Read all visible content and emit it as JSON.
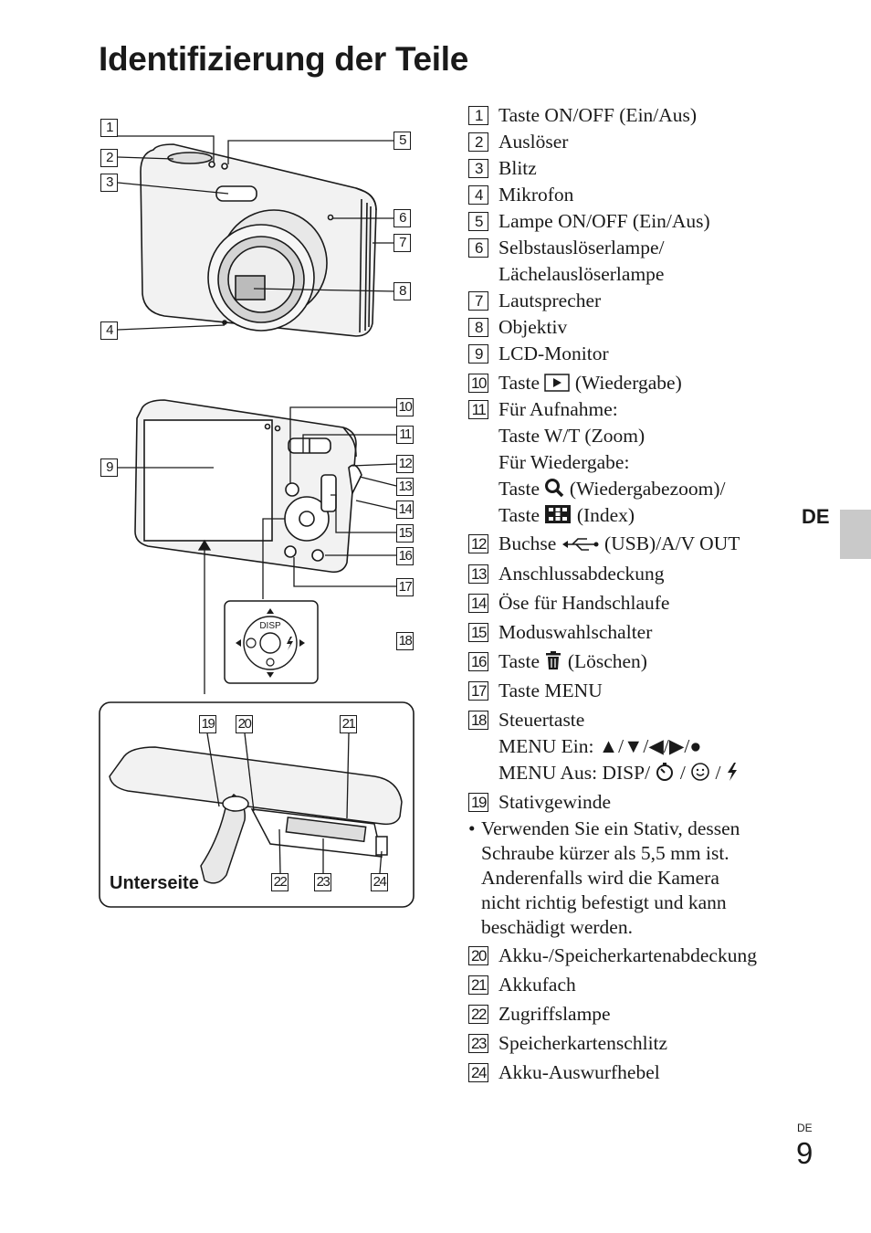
{
  "title": "Identifizierung der Teile",
  "side_tab": "DE",
  "footer": {
    "lang": "DE",
    "page": "9"
  },
  "figure_bottom_label": "Unterseite",
  "callouts": [
    "1",
    "2",
    "3",
    "4",
    "5",
    "6",
    "7",
    "8",
    "9",
    "10",
    "11",
    "12",
    "13",
    "14",
    "15",
    "16",
    "17",
    "18",
    "19",
    "20",
    "21",
    "22",
    "23",
    "24"
  ],
  "dpad": {
    "disp": "DISP"
  },
  "parts": [
    {
      "n": "1",
      "lines": [
        "Taste ON/OFF (Ein/Aus)"
      ]
    },
    {
      "n": "2",
      "lines": [
        "Auslöser"
      ]
    },
    {
      "n": "3",
      "lines": [
        "Blitz"
      ]
    },
    {
      "n": "4",
      "lines": [
        "Mikrofon"
      ]
    },
    {
      "n": "5",
      "lines": [
        "Lampe ON/OFF (Ein/Aus)"
      ]
    },
    {
      "n": "6",
      "lines": [
        "Selbstauslöserlampe/",
        "Lächelauslöserlampe"
      ]
    },
    {
      "n": "7",
      "lines": [
        "Lautsprecher"
      ]
    },
    {
      "n": "8",
      "lines": [
        "Objektiv"
      ]
    },
    {
      "n": "9",
      "lines": [
        "LCD-Monitor"
      ]
    },
    {
      "n": "10",
      "pre": "Taste",
      "post": "(Wiedergabe)"
    },
    {
      "n": "11",
      "lines": [
        "Für Aufnahme:",
        "Taste W/T (Zoom)",
        "Für Wiedergabe:"
      ],
      "zoom_pre": "Taste",
      "zoom_post": "(Wiedergabezoom)/",
      "index_pre": "Taste",
      "index_post": "(Index)"
    },
    {
      "n": "12",
      "pre": "Buchse",
      "post": "(USB)/A/V OUT"
    },
    {
      "n": "13",
      "lines": [
        "Anschlussabdeckung"
      ]
    },
    {
      "n": "14",
      "lines": [
        "Öse für Handschlaufe"
      ]
    },
    {
      "n": "15",
      "lines": [
        "Moduswahlschalter"
      ]
    },
    {
      "n": "16",
      "pre": "Taste",
      "post": "(Löschen)"
    },
    {
      "n": "17",
      "lines": [
        "Taste MENU"
      ]
    },
    {
      "n": "18",
      "lines": [
        "Steuertaste",
        "MENU Ein: ▲/▼/◀/▶/●"
      ],
      "off_pre": "MENU Aus: DISP/",
      "sep1": "/",
      "sep2": "/"
    },
    {
      "n": "19",
      "lines": [
        "Stativgewinde"
      ]
    },
    {
      "n": "20",
      "lines": [
        "Akku-/Speicherkartenabdeckung"
      ]
    },
    {
      "n": "21",
      "lines": [
        "Akkufach"
      ]
    },
    {
      "n": "22",
      "lines": [
        "Zugriffslampe"
      ]
    },
    {
      "n": "23",
      "lines": [
        "Speicherkartenschlitz"
      ]
    },
    {
      "n": "24",
      "lines": [
        "Akku-Auswurfhebel"
      ]
    }
  ],
  "note": {
    "bullet": "•",
    "lines": [
      "Verwenden Sie ein Stativ, dessen",
      "Schraube kürzer als 5,5 mm ist.",
      "Anderenfalls wird die Kamera",
      "nicht richtig befestigt und kann",
      "beschädigt werden."
    ]
  }
}
